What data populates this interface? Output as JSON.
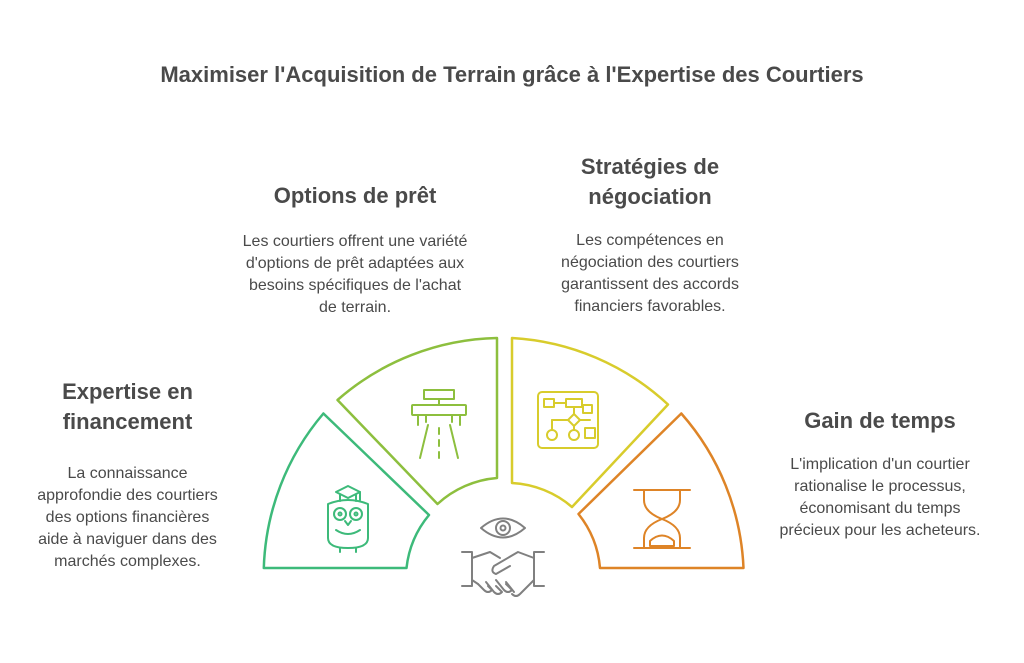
{
  "title": "Maximiser l'Acquisition de Terrain grâce à l'Expertise des Courtiers",
  "sections": [
    {
      "heading": "Expertise en financement",
      "text": "La connaissance approfondie des courtiers des options financières aide à naviguer dans des marchés complexes.",
      "color": "#3dba7a",
      "icon": "owl-icon"
    },
    {
      "heading": "Options de prêt",
      "text": "Les courtiers offrent une variété d'options de prêt adaptées aux besoins spécifiques de l'achat de terrain.",
      "color": "#8dbf3e",
      "icon": "highway-icon"
    },
    {
      "heading": "Stratégies de négociation",
      "text": "Les compétences en négociation des courtiers garantissent des accords financiers favorables.",
      "color": "#d8cc2c",
      "icon": "flowchart-icon"
    },
    {
      "heading": "Gain de temps",
      "text": "L'implication d'un courtier rationalise le processus, économisant du temps précieux pour les acheteurs.",
      "color": "#de8427",
      "icon": "hourglass-icon"
    }
  ],
  "center_icons": [
    "eye-icon",
    "handshake-icon"
  ],
  "colors": {
    "text": "#4a4a4a",
    "icon_gray": "#808080"
  }
}
